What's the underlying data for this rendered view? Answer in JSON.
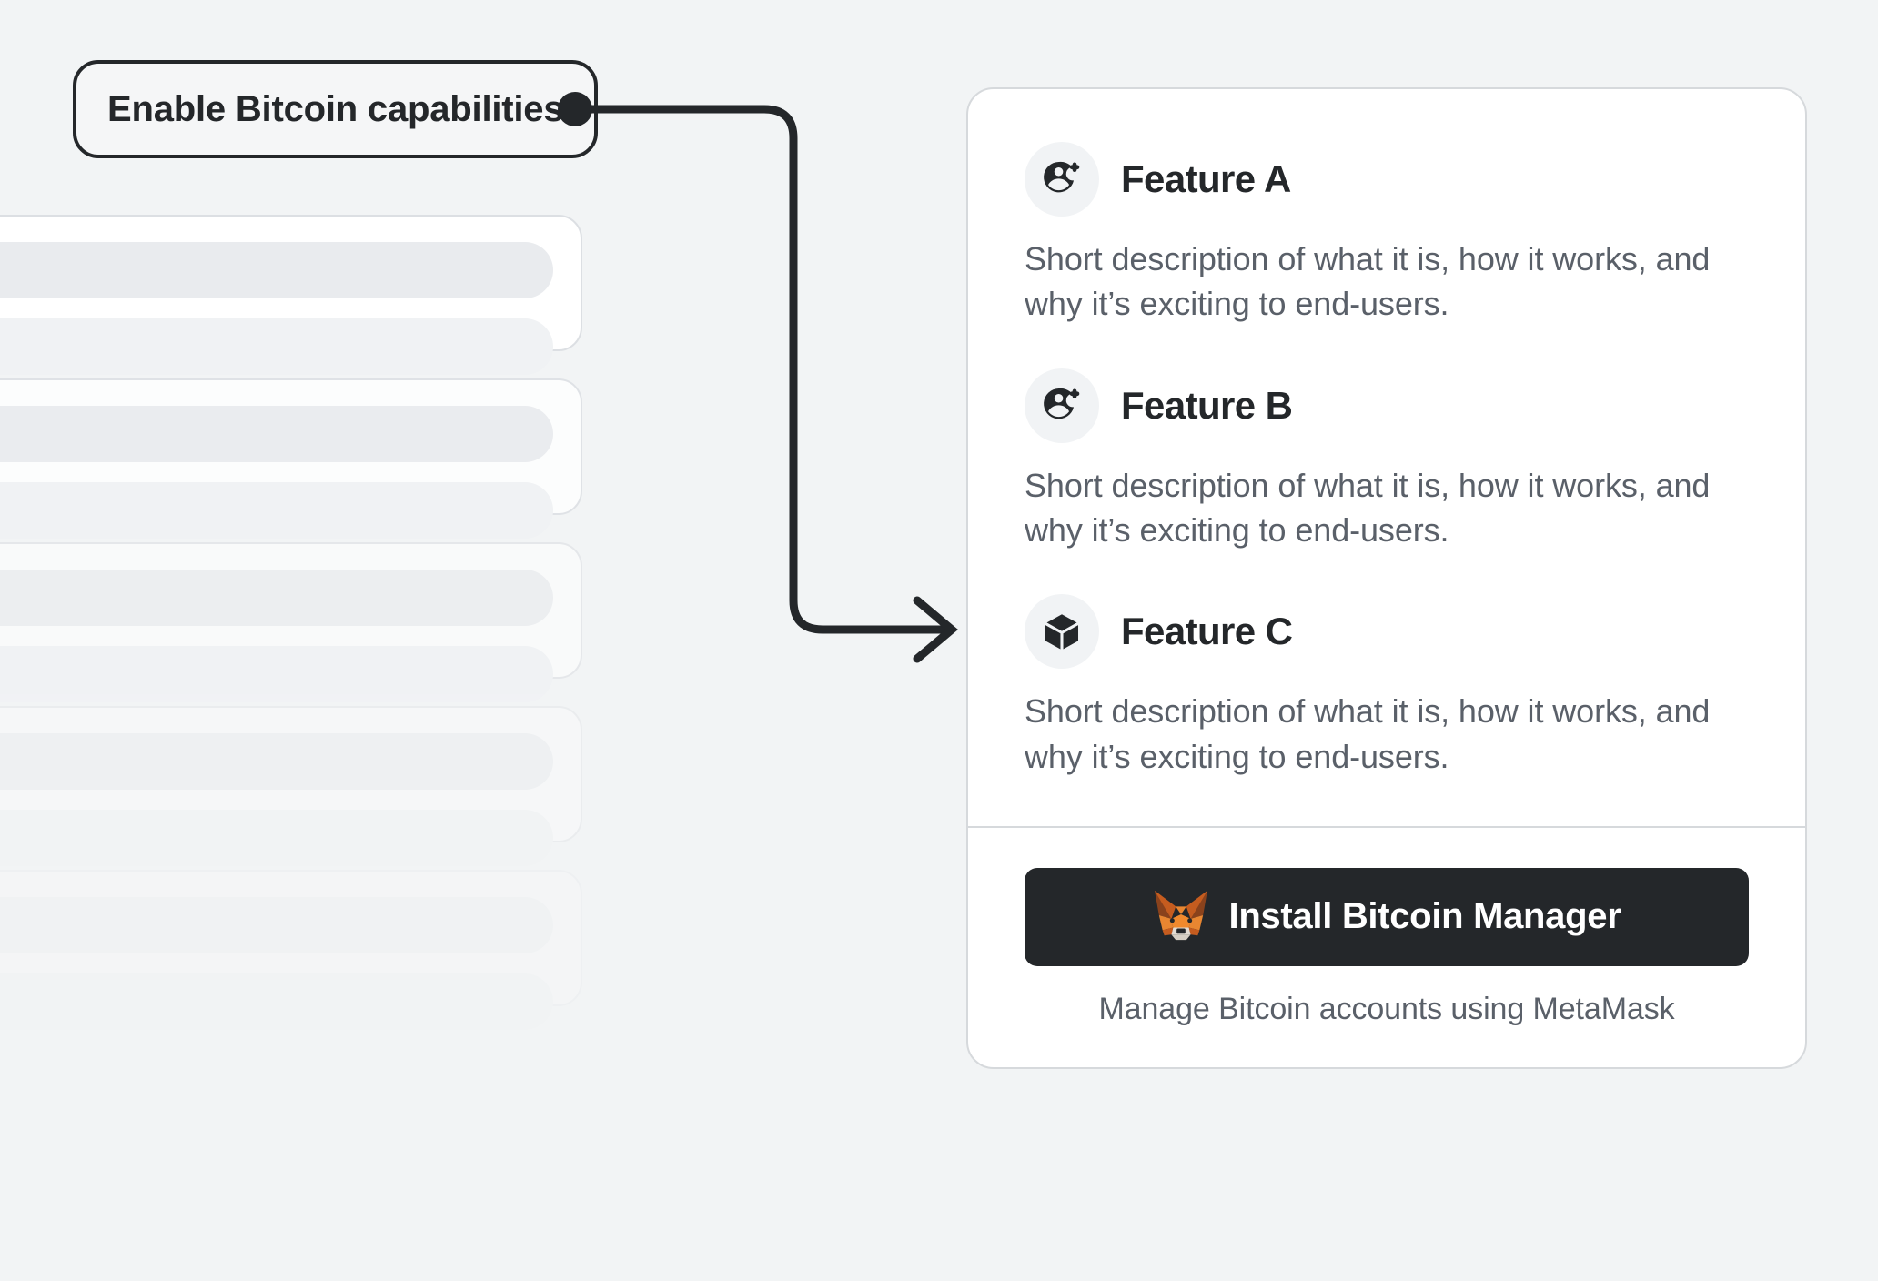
{
  "colors": {
    "background": "#f2f4f5",
    "ink": "#24272a",
    "body_text": "#5a6069",
    "card_surface": "#ffffff",
    "card_border": "#d6d9dc",
    "icon_bubble": "#f1f3f5",
    "skeleton_bar_primary": "#e9ebee",
    "skeleton_bar_secondary": "#f0f2f4",
    "button_background": "#24272a",
    "button_text": "#ffffff",
    "metamask_orange": "#e88631",
    "metamask_orange_dark": "#c55c1f",
    "metamask_brown": "#8a421c",
    "metamask_cream": "#e2dbd2"
  },
  "callout": {
    "label": "Enable Bitcoin capabilities"
  },
  "connector": {
    "dot_icon": "connector-dot-icon",
    "arrow_icon": "arrow-right-icon"
  },
  "skeleton": {
    "cards": [
      {
        "index": 1
      },
      {
        "index": 2
      },
      {
        "index": 3
      },
      {
        "index": 4
      },
      {
        "index": 5
      }
    ]
  },
  "panel": {
    "features": [
      {
        "title": "Feature A",
        "description": "Short description of what it is, how it works, and why it’s exciting to end-users.",
        "icon": "add-user-icon"
      },
      {
        "title": "Feature B",
        "description": "Short description of what it is, how it works, and why it’s exciting to end-users.",
        "icon": "add-user-icon"
      },
      {
        "title": "Feature C",
        "description": "Short description of what it is, how it works, and why it’s exciting to end-users.",
        "icon": "cube-icon"
      }
    ],
    "footer": {
      "install_button_label": "Install Bitcoin Manager",
      "install_button_icon": "metamask-fox-icon",
      "caption": "Manage Bitcoin accounts using MetaMask"
    }
  }
}
